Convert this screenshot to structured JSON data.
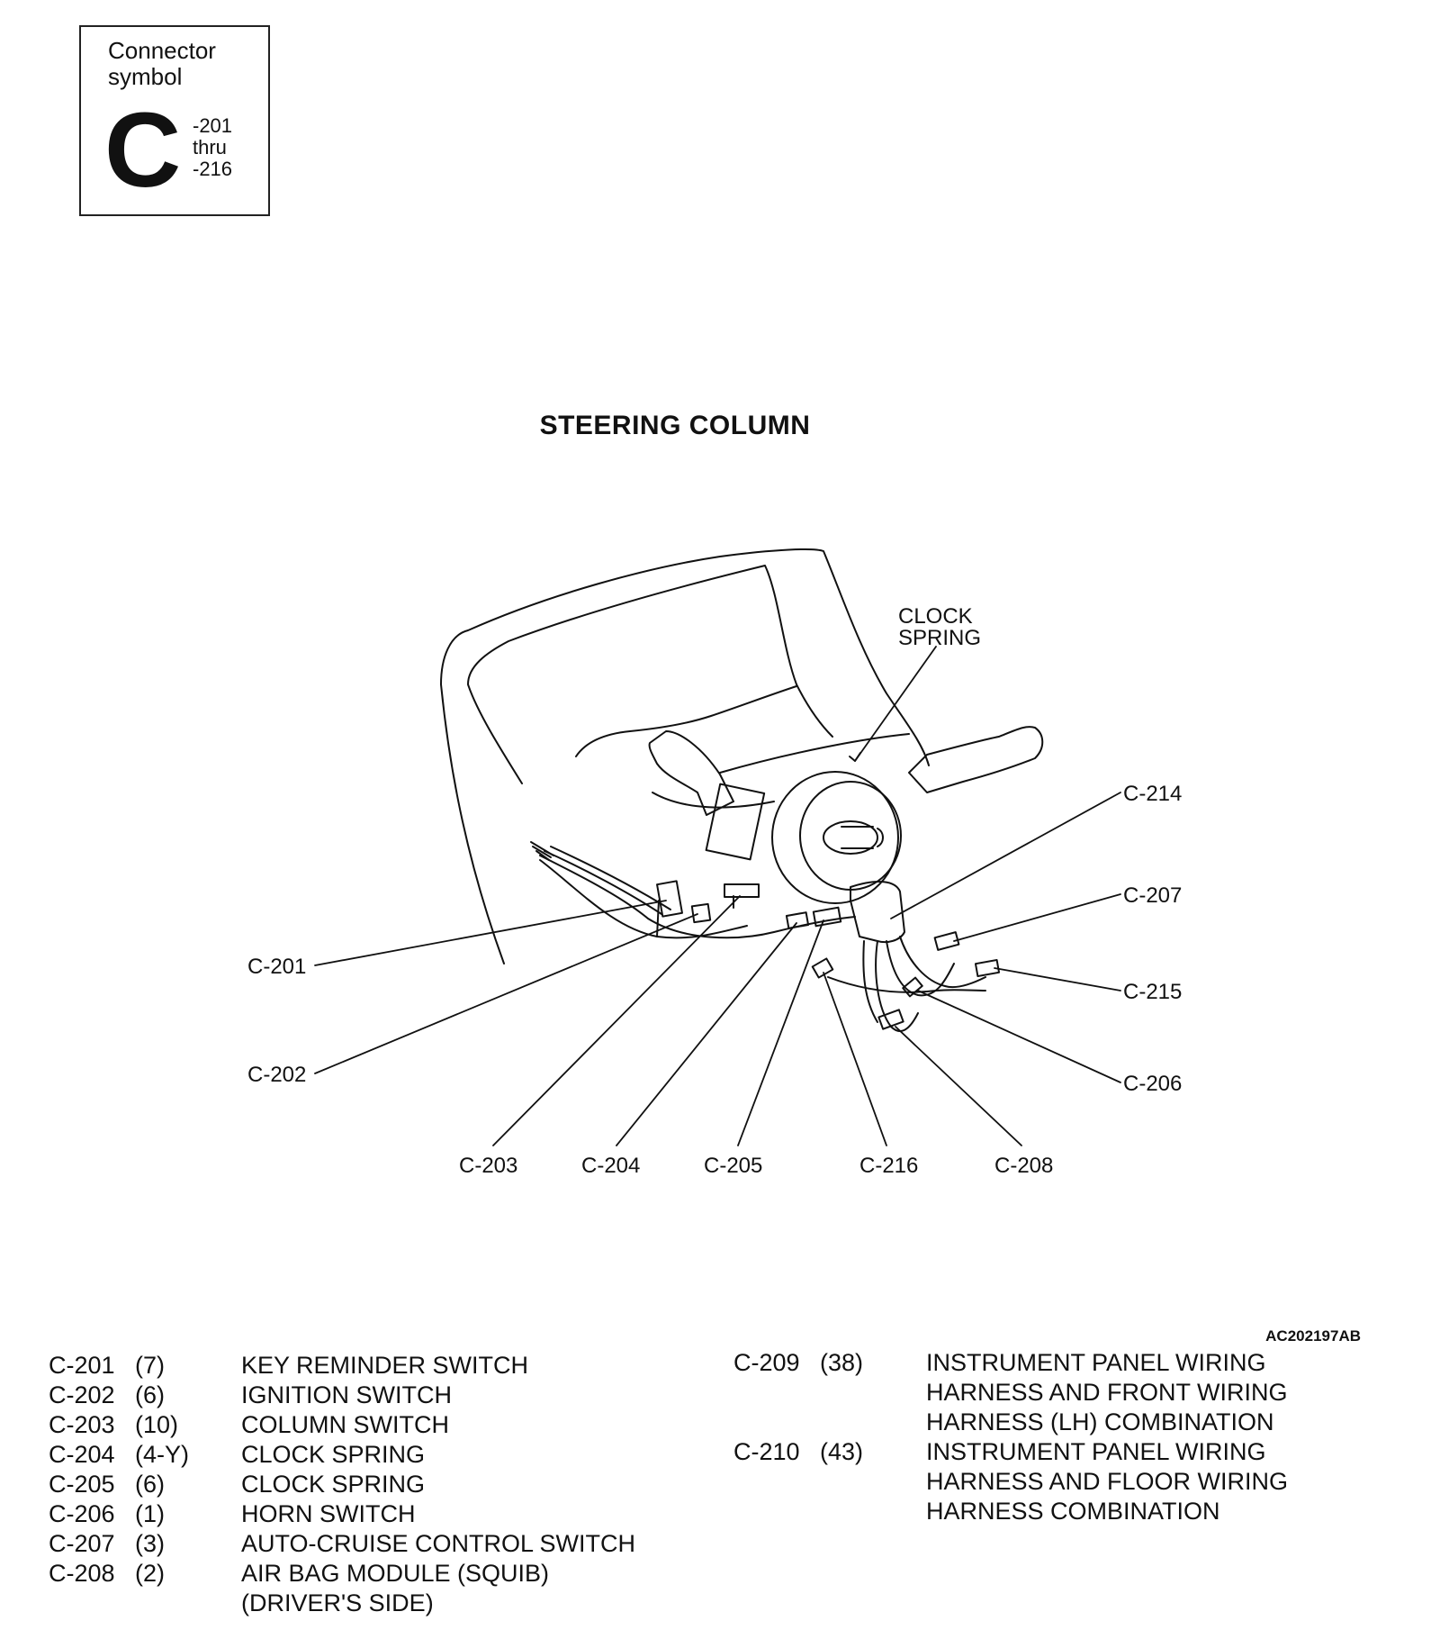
{
  "connector_symbol": {
    "title": "Connector symbol",
    "letter": "C",
    "range_start": "-201",
    "range_word": "thru",
    "range_end": "-216"
  },
  "diagram": {
    "title": "STEERING COLUMN",
    "clock_spring_line1": "CLOCK",
    "clock_spring_line2": "SPRING",
    "labels": {
      "c201": "C-201",
      "c202": "C-202",
      "c203": "C-203",
      "c204": "C-204",
      "c205": "C-205",
      "c206": "C-206",
      "c207": "C-207",
      "c208": "C-208",
      "c214": "C-214",
      "c215": "C-215",
      "c216": "C-216"
    },
    "figure_code": "AC202197AB"
  },
  "legend_left": [
    {
      "id": "C-201",
      "pins": "(7)",
      "desc": "KEY REMINDER SWITCH"
    },
    {
      "id": "C-202",
      "pins": "(6)",
      "desc": "IGNITION SWITCH"
    },
    {
      "id": "C-203",
      "pins": "(10)",
      "desc": "COLUMN SWITCH"
    },
    {
      "id": "C-204",
      "pins": "(4-Y)",
      "desc": "CLOCK SPRING"
    },
    {
      "id": "C-205",
      "pins": "(6)",
      "desc": "CLOCK SPRING"
    },
    {
      "id": "C-206",
      "pins": "(1)",
      "desc": "HORN SWITCH"
    },
    {
      "id": "C-207",
      "pins": "(3)",
      "desc": "AUTO-CRUISE CONTROL SWITCH"
    },
    {
      "id": "C-208",
      "pins": "(2)",
      "desc": "AIR BAG MODULE (SQUIB)",
      "desc2": "(DRIVER'S SIDE)"
    }
  ],
  "legend_right": [
    {
      "id": "C-209",
      "pins": "(38)",
      "lines": [
        "INSTRUMENT PANEL WIRING",
        "HARNESS AND FRONT WIRING",
        "HARNESS (LH) COMBINATION"
      ]
    },
    {
      "id": "C-210",
      "pins": "(43)",
      "lines": [
        "INSTRUMENT PANEL WIRING",
        "HARNESS AND FLOOR WIRING",
        "HARNESS COMBINATION"
      ]
    }
  ]
}
